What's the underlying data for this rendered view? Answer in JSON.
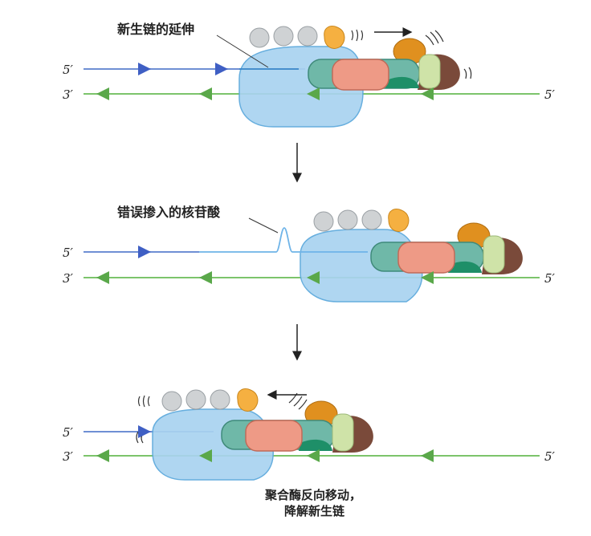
{
  "labels": {
    "extension": "新生链的延伸",
    "misincorporated": "错误掺入的核苷酸",
    "backtrack_line1": "聚合酶反向移动，",
    "backtrack_line2": "降解新生链"
  },
  "strand_ends": {
    "five_prime": "5′",
    "three_prime": "3′"
  },
  "colors": {
    "top_strand": "#6f8fd4",
    "top_arrow": "#3f5fc4",
    "bottom_strand": "#7cc46b",
    "bottom_arrow": "#5aa84a",
    "polymerase": "#a9d3f0",
    "polymerase_stroke": "#5aa8dc",
    "grey_subunit": "#cfd2d4",
    "orange_subunit": "#f5b041",
    "teal_subunit": "#6fb8a8",
    "salmon_subunit": "#ee9a86",
    "dark_orange": "#e0901f",
    "light_green": "#cfe3a8",
    "brown": "#7a4a3a",
    "dark_green": "#1e8f68"
  },
  "icons": [
    "down-arrow-icon",
    "forward-arrow-icon",
    "backward-arrow-icon",
    "motion-lines-icon"
  ]
}
